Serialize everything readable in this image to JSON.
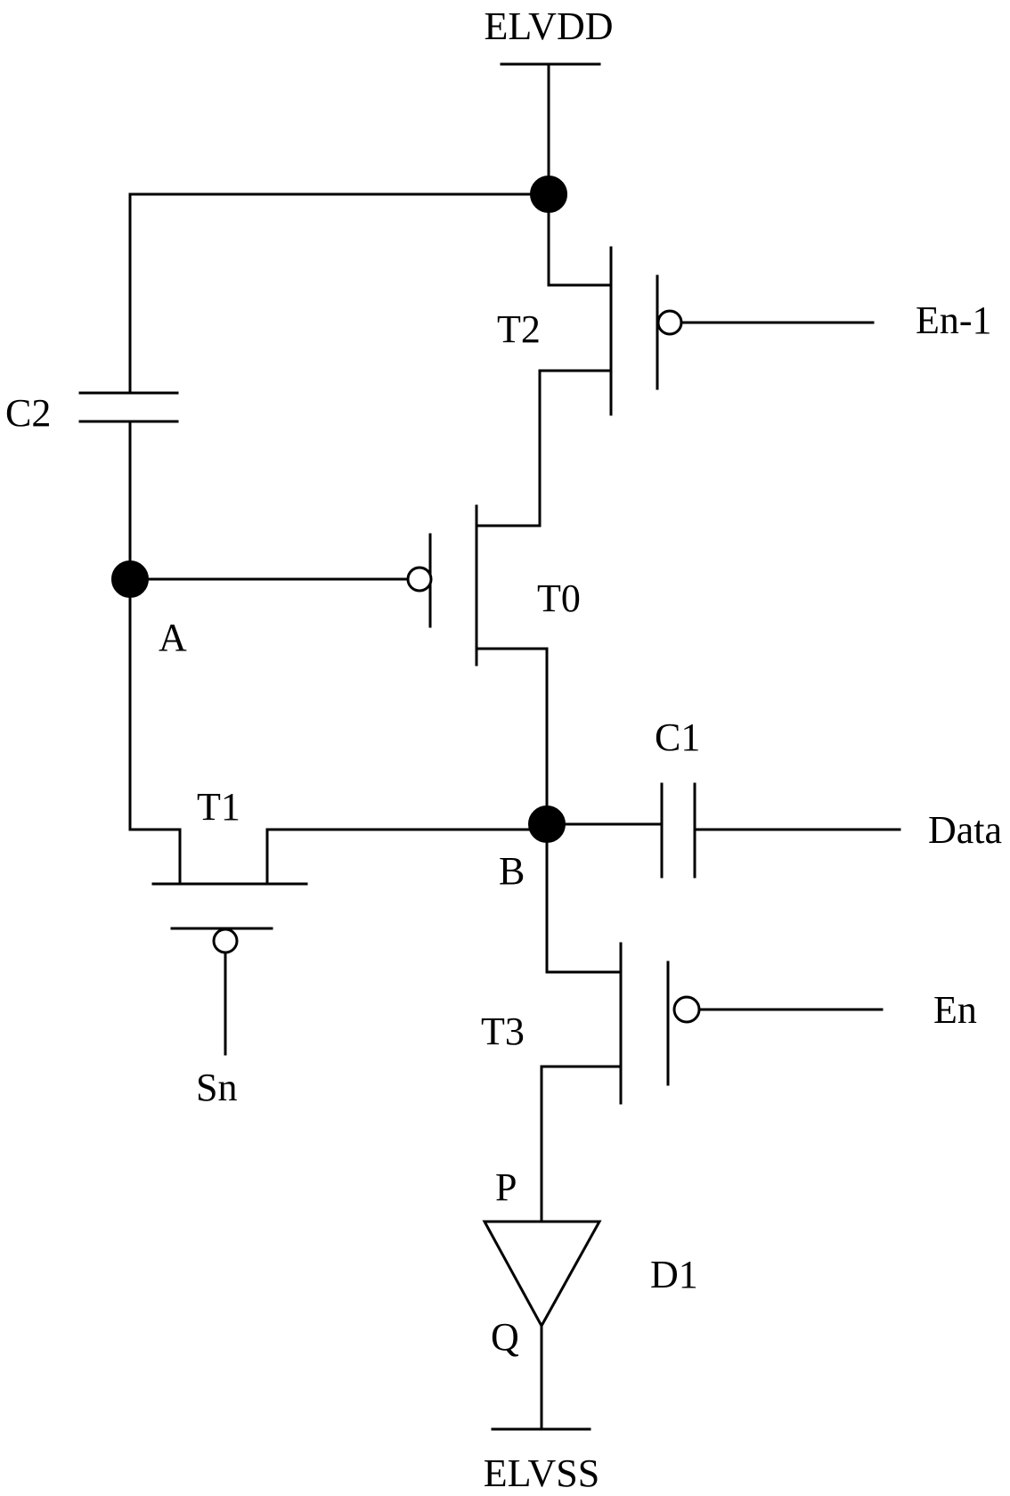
{
  "labels": {
    "supply_top": "ELVDD",
    "supply_bottom": "ELVSS",
    "cap_c1": "C1",
    "cap_c2": "C2",
    "tr_t0": "T0",
    "tr_t1": "T1",
    "tr_t2": "T2",
    "tr_t3": "T3",
    "diode_d1": "D1",
    "node_a": "A",
    "node_b": "B",
    "node_p": "P",
    "node_q": "Q",
    "sig_en_minus_1": "En-1",
    "sig_en": "En",
    "sig_data": "Data",
    "sig_sn": "Sn"
  },
  "colors": {
    "line": "#000000",
    "background": "#ffffff"
  }
}
